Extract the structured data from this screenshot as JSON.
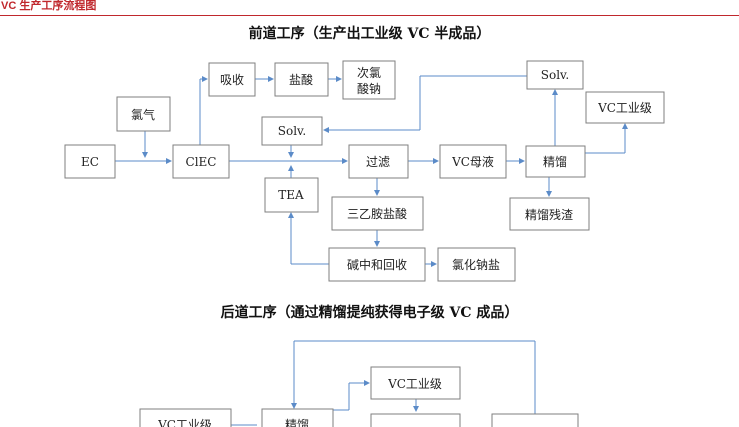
{
  "header": {
    "title": "VC 生产工序流程图"
  },
  "sections": {
    "front_title": "前道工序（生产出工业级 VC 半成品）",
    "back_title": "后道工序（通过精馏提纯获得电子级 VC 成品）"
  },
  "nodes": {
    "xishou": "吸收",
    "yansuan": "盐酸",
    "ciluanaci_line1": "次氯",
    "ciluanaci_line2": "酸钠",
    "luqi": "氯气",
    "ec": "EC",
    "clec": "ClEC",
    "solv_mid": "Solv.",
    "tea": "TEA",
    "guolv": "过滤",
    "sanyiansuanyan": "三乙胺盐酸",
    "jianzhong": "碱中和回收",
    "lvhuanayan": "氯化钠盐",
    "vcmuye": "VC母液",
    "jingliu": "精馏",
    "jingliucanzha": "精馏残渣",
    "solv_top": "Solv.",
    "vc_industrial": "VC工业级",
    "back_vc_industrial_left": "VC工业级",
    "back_jingliu": "精馏",
    "back_vc_industrial_top": "VC工业级"
  },
  "colors": {
    "header": "#c0282d",
    "arrow": "#5b8bc8",
    "box_border": "#7f7f7f"
  }
}
